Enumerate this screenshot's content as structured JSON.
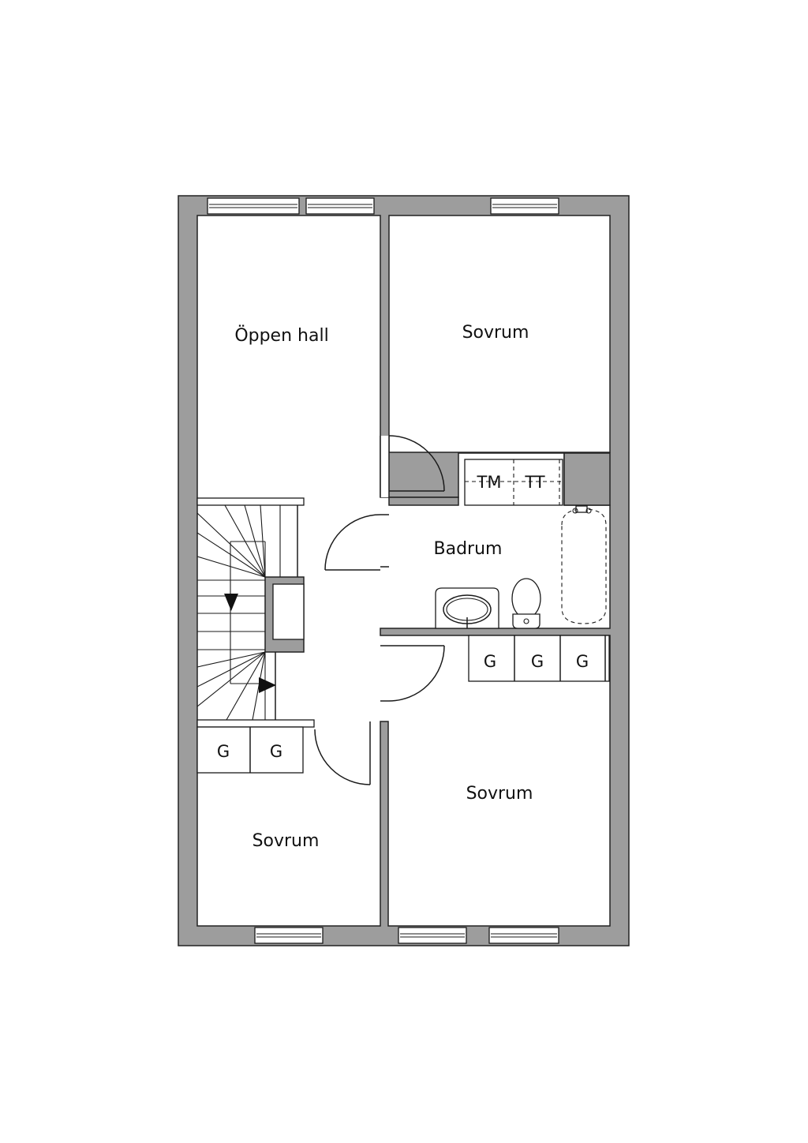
{
  "rooms": {
    "open_hall": "Öppen hall",
    "bedroom_top_right": "Sovrum",
    "bathroom": "Badrum",
    "bedroom_bottom_left": "Sovrum",
    "bedroom_bottom_right": "Sovrum"
  },
  "fixtures": {
    "washer": "TM",
    "dryer": "TT"
  },
  "wardrobe_label": "G",
  "colors": {
    "wall": "#9d9d9d",
    "line": "#1a1a1a",
    "background": "#ffffff"
  }
}
